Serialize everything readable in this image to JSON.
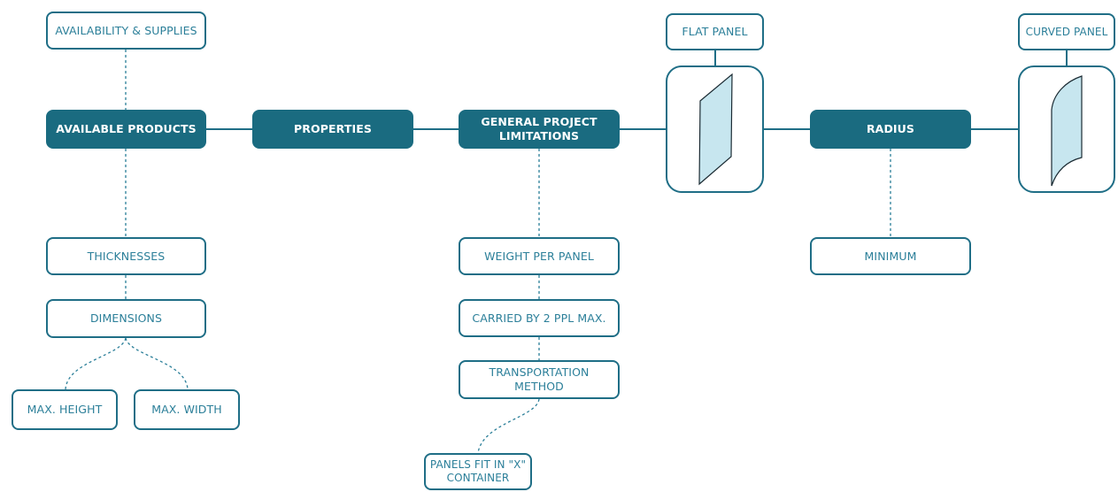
{
  "colors": {
    "primary": "#1a6b80",
    "outline": "#1f6e86",
    "text": "#2b7f99",
    "panel_fill": "#c7e6ef"
  },
  "nodes": {
    "availability_supplies": "AVAILABILITY & SUPPLIES",
    "available_products": "AVAILABLE PRODUCTS",
    "properties": "PROPERTIES",
    "general_project_limitations": "GENERAL PROJECT LIMITATIONS",
    "radius": "RADIUS",
    "flat_panel": "FLAT PANEL",
    "curved_panel": "CURVED PANEL",
    "thicknesses": "THICKNESSES",
    "dimensions": "DIMENSIONS",
    "max_height": "MAX. HEIGHT",
    "max_width": "MAX. WIDTH",
    "weight_per_panel": "WEIGHT PER PANEL",
    "carried_by": "CARRIED BY 2 PPL MAX.",
    "transportation_method": "TRANSPORTATION METHOD",
    "panels_fit": "PANELS FIT IN \"X\" CONTAINER",
    "minimum": "MINIMUM"
  },
  "icons": {
    "flat_panel": "flat-panel-icon",
    "curved_panel": "curved-panel-icon"
  }
}
